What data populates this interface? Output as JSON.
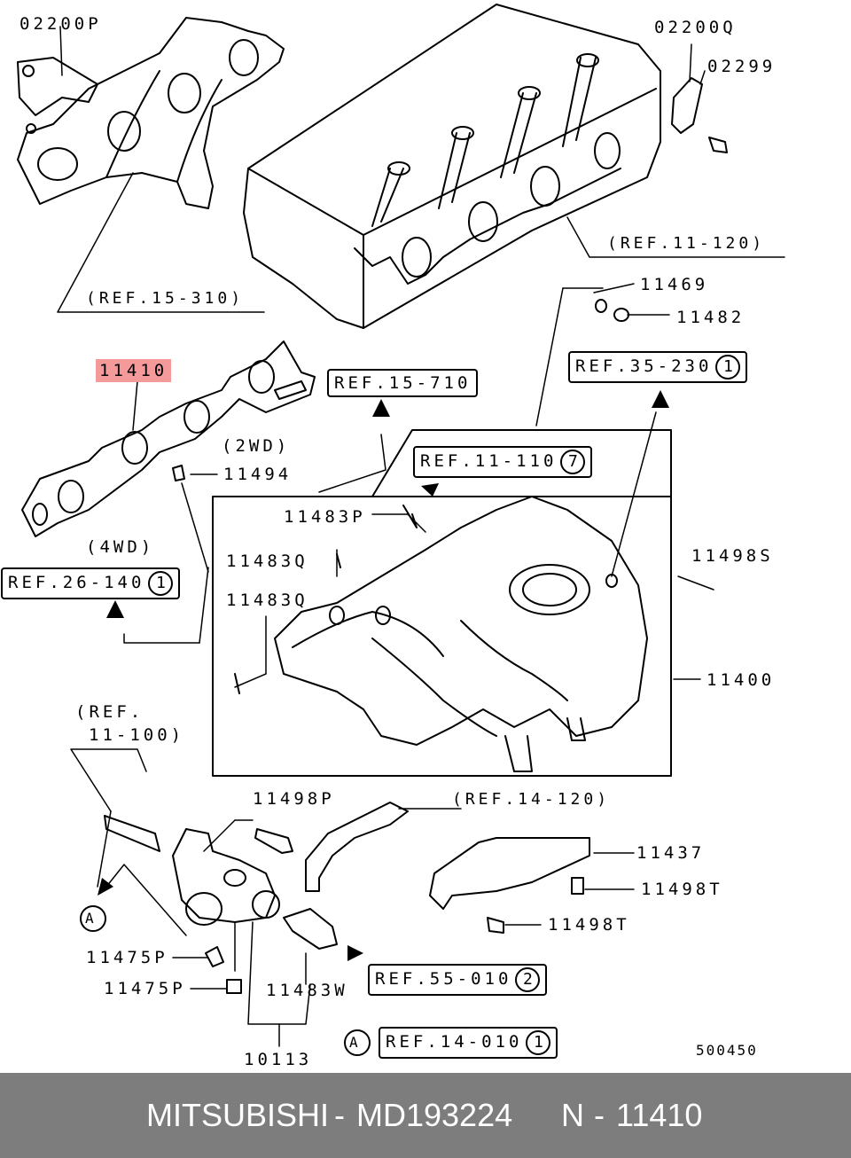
{
  "labels": {
    "p02200P": "02200P",
    "p02200Q": "02200Q",
    "p02299": "02299",
    "p11410": "11410",
    "p2wd": "(2WD)",
    "p11494": "11494",
    "p4wd": "(4WD)",
    "p11469": "11469",
    "p11482": "11482",
    "p11483P": "11483P",
    "p11483Q_a": "11483Q",
    "p11483Q_b": "11483Q",
    "p11498S": "11498S",
    "p11400": "11400",
    "pRef11_100a": "(REF.",
    "pRef11_100b": "11-100)",
    "p11498P": "11498P",
    "p11437": "11437",
    "p11498T_a": "11498T",
    "p11498T_b": "11498T",
    "p11475P_a": "11475P",
    "p11475P_b": "11475P",
    "p11483W": "11483W",
    "p10113": "10113",
    "diagramNo": "500450",
    "markerA1": "A",
    "markerA2": "A"
  },
  "refs": {
    "r15_310": "(REF.15-310)",
    "r11_120": "(REF.11-120)",
    "r15_710": "REF.15-710",
    "r35_230": "REF.35-230",
    "r35_230n": "1",
    "r11_110": "REF.11-110",
    "r11_110n": "7",
    "r26_140": "REF.26-140",
    "r26_140n": "1",
    "r14_120": "(REF.14-120)",
    "r55_010": "REF.55-010",
    "r55_010n": "2",
    "r14_010": "REF.14-010",
    "r14_010n": "1"
  },
  "footer": {
    "brand": "MITSUBISHI",
    "dash1": "-",
    "partNumber": "MD193224",
    "n": "N",
    "dash2": "-",
    "position": "11410"
  },
  "colors": {
    "highlight": "#f59a9a",
    "footerBg": "#7d7d7d",
    "footerText": "#ffffff"
  }
}
